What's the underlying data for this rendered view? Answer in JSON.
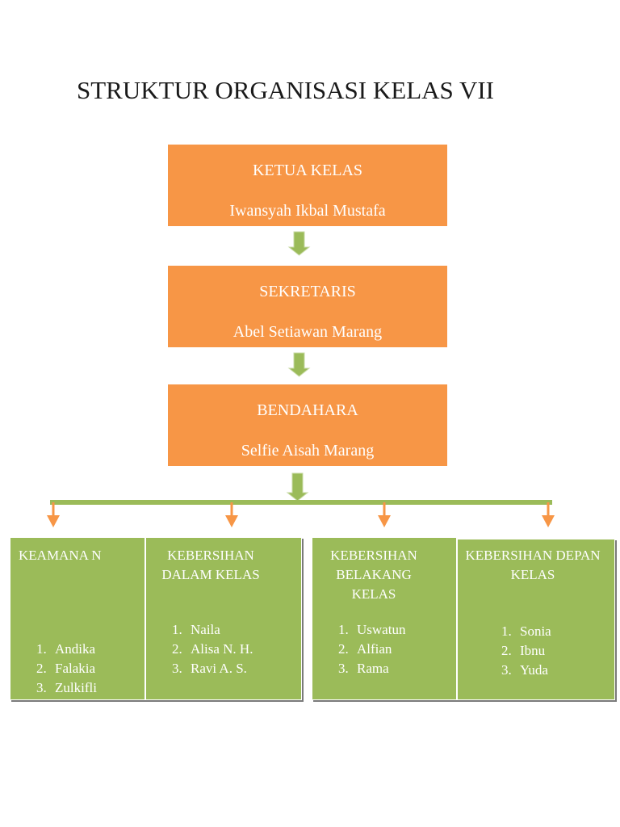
{
  "title": "STRUKTUR ORGANISASI KELAS VII",
  "colors": {
    "orange": "#f79646",
    "green": "#9bbb59"
  },
  "chain": [
    {
      "role": "KETUA KELAS",
      "person": "Iwansyah Ikbal Mustafa"
    },
    {
      "role": "SEKRETARIS",
      "person": "Abel Setiawan Marang"
    },
    {
      "role": "BENDAHARA",
      "person": "Selfie Aisah Marang"
    }
  ],
  "sections": [
    {
      "head": "KEAMANA N",
      "members": [
        "Andika",
        "Falakia",
        "Zulkifli"
      ]
    },
    {
      "head": "KEBERSIHAN DALAM KELAS",
      "members": [
        "Naila",
        "Alisa N. H.",
        "Ravi A. S."
      ]
    },
    {
      "head": "KEBERSIHAN BELAKANG KELAS",
      "members": [
        "Uswatun",
        "Alfian",
        "Rama"
      ]
    },
    {
      "head": "KEBERSIHAN DEPAN KELAS",
      "members": [
        "Sonia",
        "Ibnu",
        "Yuda"
      ]
    }
  ],
  "numbers": [
    "1.",
    "2.",
    "3."
  ]
}
